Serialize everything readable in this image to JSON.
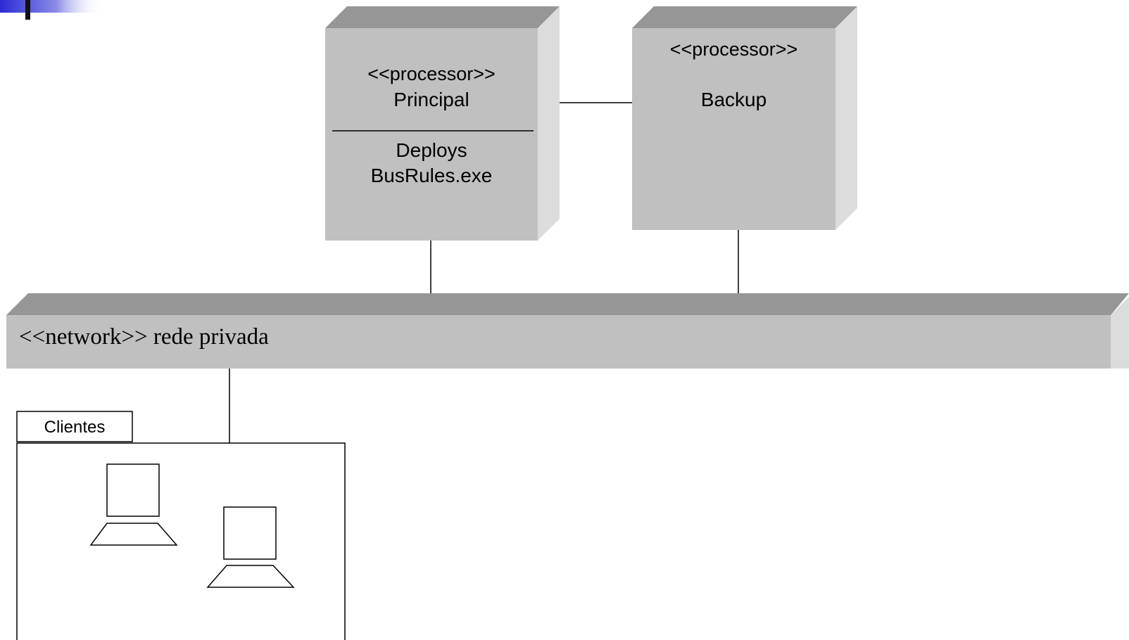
{
  "nodes": {
    "principal": {
      "stereotype": "<<processor>>",
      "name": "Principal",
      "deploys_line1": "Deploys",
      "deploys_line2": "BusRules.exe"
    },
    "backup": {
      "stereotype": "<<processor>>",
      "name": "Backup"
    }
  },
  "network": {
    "label": "<<network>> rede privada"
  },
  "clients": {
    "label": "Clientes"
  },
  "colors": {
    "node_front": "#c0c0c0",
    "node_top": "#969696",
    "node_side": "#dcdcdc",
    "corner_accent": "#2b2bd6"
  }
}
